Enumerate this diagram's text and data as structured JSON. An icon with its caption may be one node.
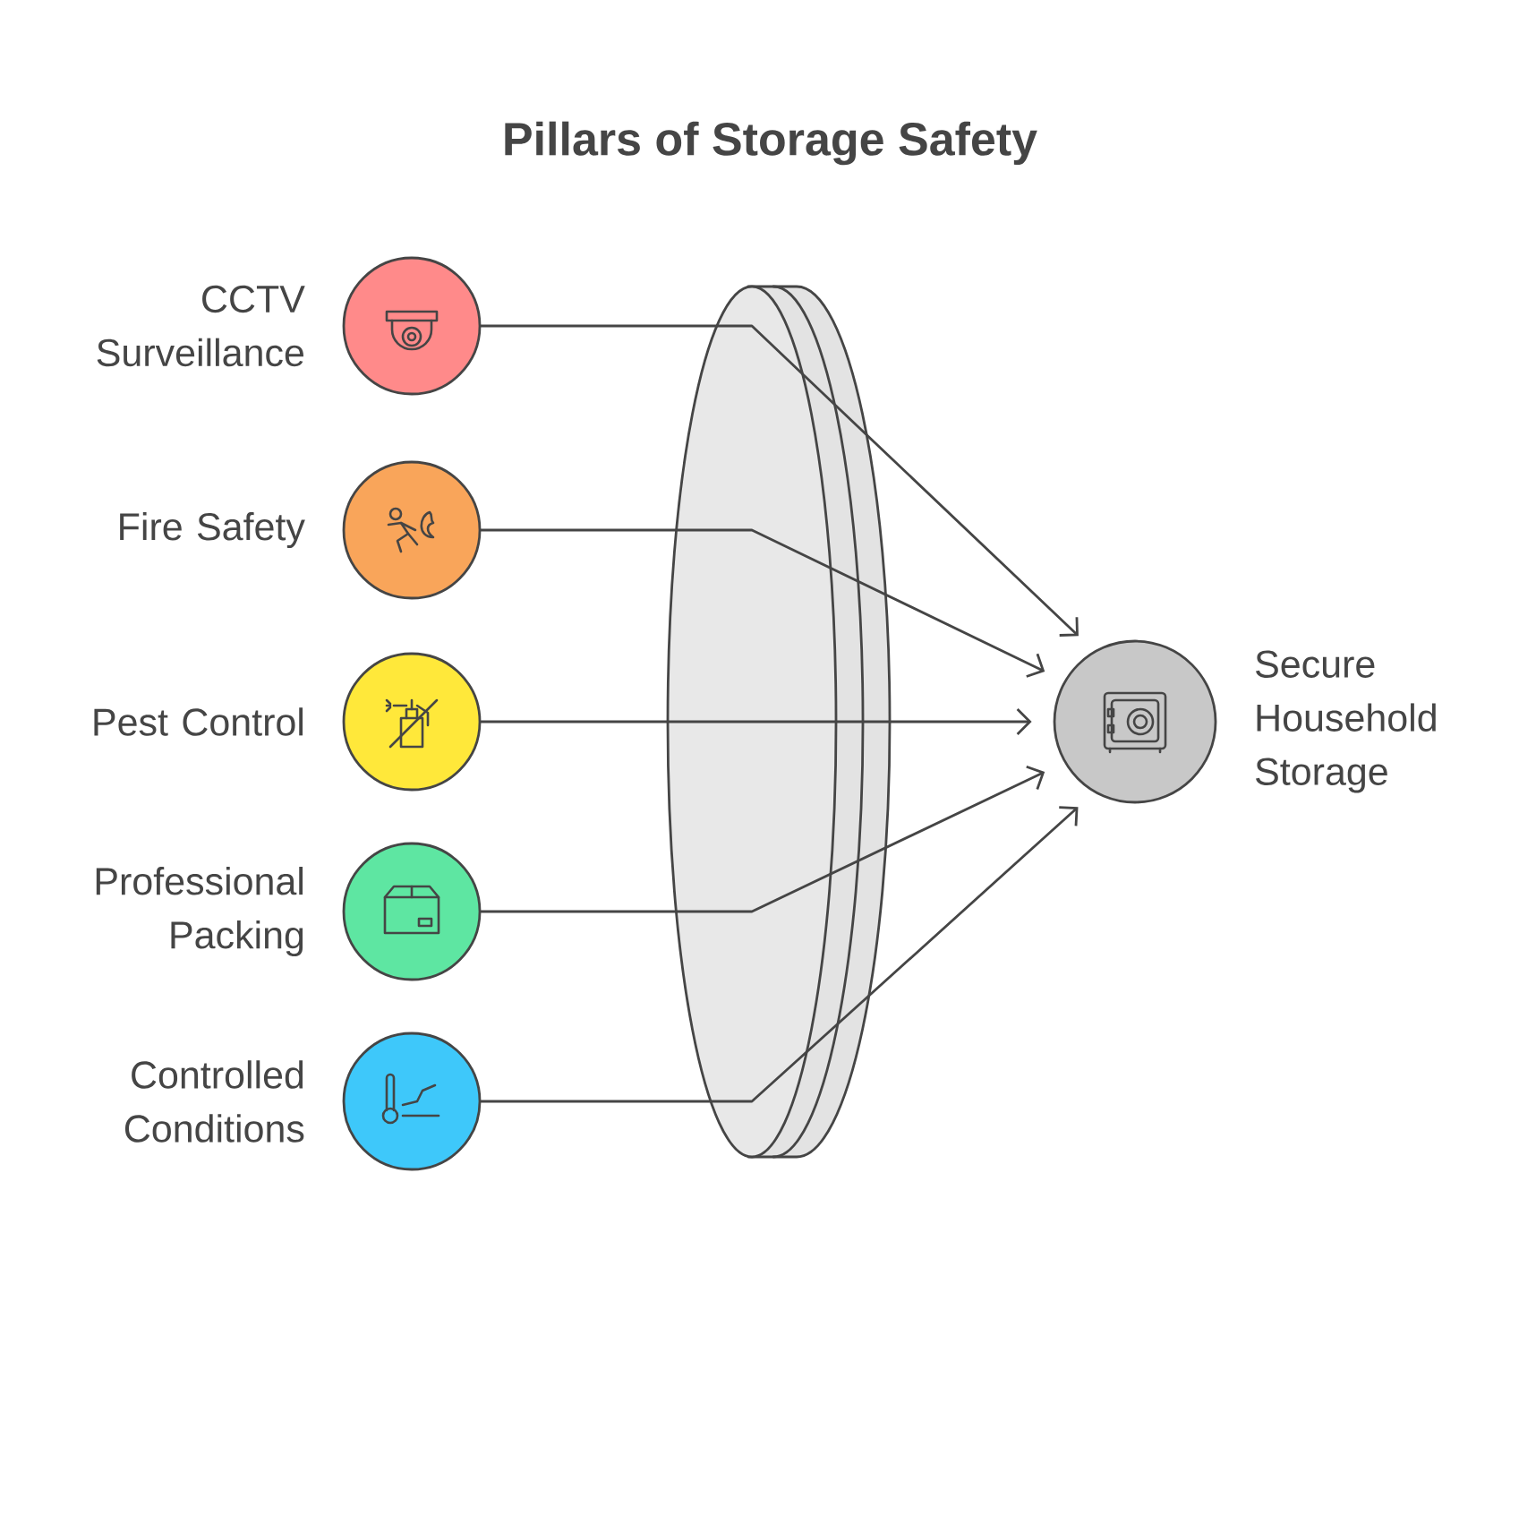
{
  "diagram": {
    "title": "Pillars of Storage Safety",
    "nodes": [
      {
        "text": [
          "CCTV Surveillance"
        ]
      },
      {
        "text": [
          "Fire Safety"
        ]
      },
      {
        "text": [
          "Pest Control"
        ]
      },
      {
        "text": [
          "Professional Packing"
        ]
      },
      {
        "text": [
          "Controlled Conditions"
        ]
      },
      {
        "text": [
          "Secure Household Storage"
        ]
      }
    ],
    "edges": [
      {
        "from": 0,
        "to": 5,
        "arrow": "to"
      },
      {
        "from": 1,
        "to": 5,
        "arrow": "to"
      },
      {
        "from": 2,
        "to": 5,
        "arrow": "to"
      },
      {
        "from": 3,
        "to": 5,
        "arrow": "to"
      },
      {
        "from": 4,
        "to": 5,
        "arrow": "to"
      }
    ]
  }
}
